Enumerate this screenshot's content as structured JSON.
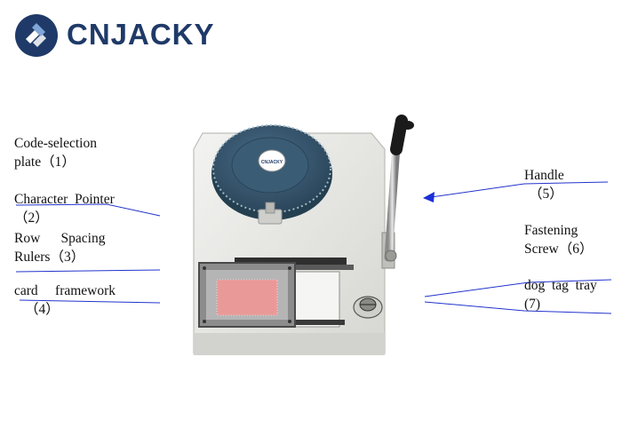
{
  "brand": {
    "name": "CNJACKY",
    "color": "#1f3a68",
    "logo_icon": "cnjacky-logo-icon"
  },
  "machine": {
    "dial_badge": "CNJACKY",
    "colors": {
      "body": "#e9e9e6",
      "dial": "#35566f",
      "handle_knob": "#1c1c1c"
    }
  },
  "labels": [
    {
      "lines": [
        "Code-selection",
        "plate（1）"
      ]
    },
    {
      "lines": [
        "Character  Pointer",
        "（2）"
      ]
    },
    {
      "lines": [
        "Row      Spacing",
        "Rulers（3）"
      ]
    },
    {
      "lines": [
        "card     framework",
        "（4）"
      ]
    },
    {
      "lines": [
        "Handle",
        "（5）"
      ]
    },
    {
      "lines": [
        "Fastening",
        "Screw（6）"
      ]
    },
    {
      "lines": [
        "dog  tag  tray",
        "(7)"
      ]
    }
  ],
  "colors": {
    "leader_line": "#2233cc",
    "arrow": "#1a2fd6"
  }
}
